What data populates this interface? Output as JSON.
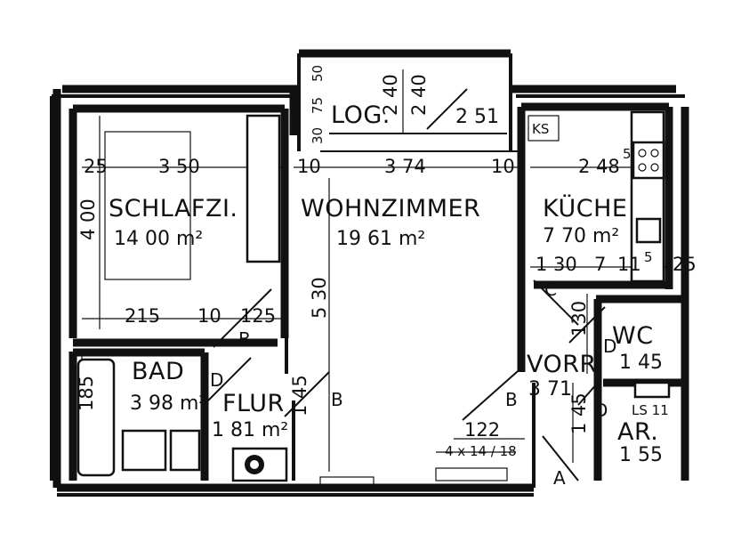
{
  "rooms": {
    "schlafzi": {
      "name": "SCHLAFZI.",
      "area": "14 00 m²"
    },
    "wohnzimmer": {
      "name": "WOHNZIMMER",
      "area": "19 61 m²"
    },
    "kueche": {
      "name": "KÜCHE",
      "area": "7 70 m²"
    },
    "bad": {
      "name": "BAD",
      "area": "3 98 m²"
    },
    "flur": {
      "name": "FLUR",
      "area": "1 81 m²"
    },
    "wc": {
      "name": "WC",
      "area": "1 45"
    },
    "vorr": {
      "name": "VORR",
      "area": "3 71"
    },
    "ar": {
      "name": "AR.",
      "area": "1 55"
    },
    "log": {
      "name": "LOG.",
      "area": "2 51"
    }
  },
  "dimensions": {
    "d_25": "25",
    "d_350": "3 50",
    "d_10a": "10",
    "d_374": "3 74",
    "d_10b": "10",
    "d_248": "2 48",
    "d_5": "5",
    "d_400": "4 00",
    "d_215": "215",
    "d_10c": "10",
    "d_125": "125",
    "d_530": "5 30",
    "d_185": "185",
    "d_145": "1 45",
    "d_130a": "1 30",
    "d_7": "7",
    "d_11": "11",
    "d_25b": "25",
    "d_130b": "130",
    "d_145b": "1 45",
    "d_122": "122",
    "d_240a": "2 40",
    "d_240b": "2 40",
    "d_50": "50",
    "d_75": "75",
    "d_30": "30",
    "stair": "4 x 14 / 18"
  },
  "marks": {
    "ks": "KS",
    "b1": "B",
    "b2": "B",
    "b3": "B",
    "d1": "D",
    "d2": "D",
    "d3": "D",
    "c": "C",
    "a": "A",
    "ls": "LS 11",
    "nine": "5"
  }
}
